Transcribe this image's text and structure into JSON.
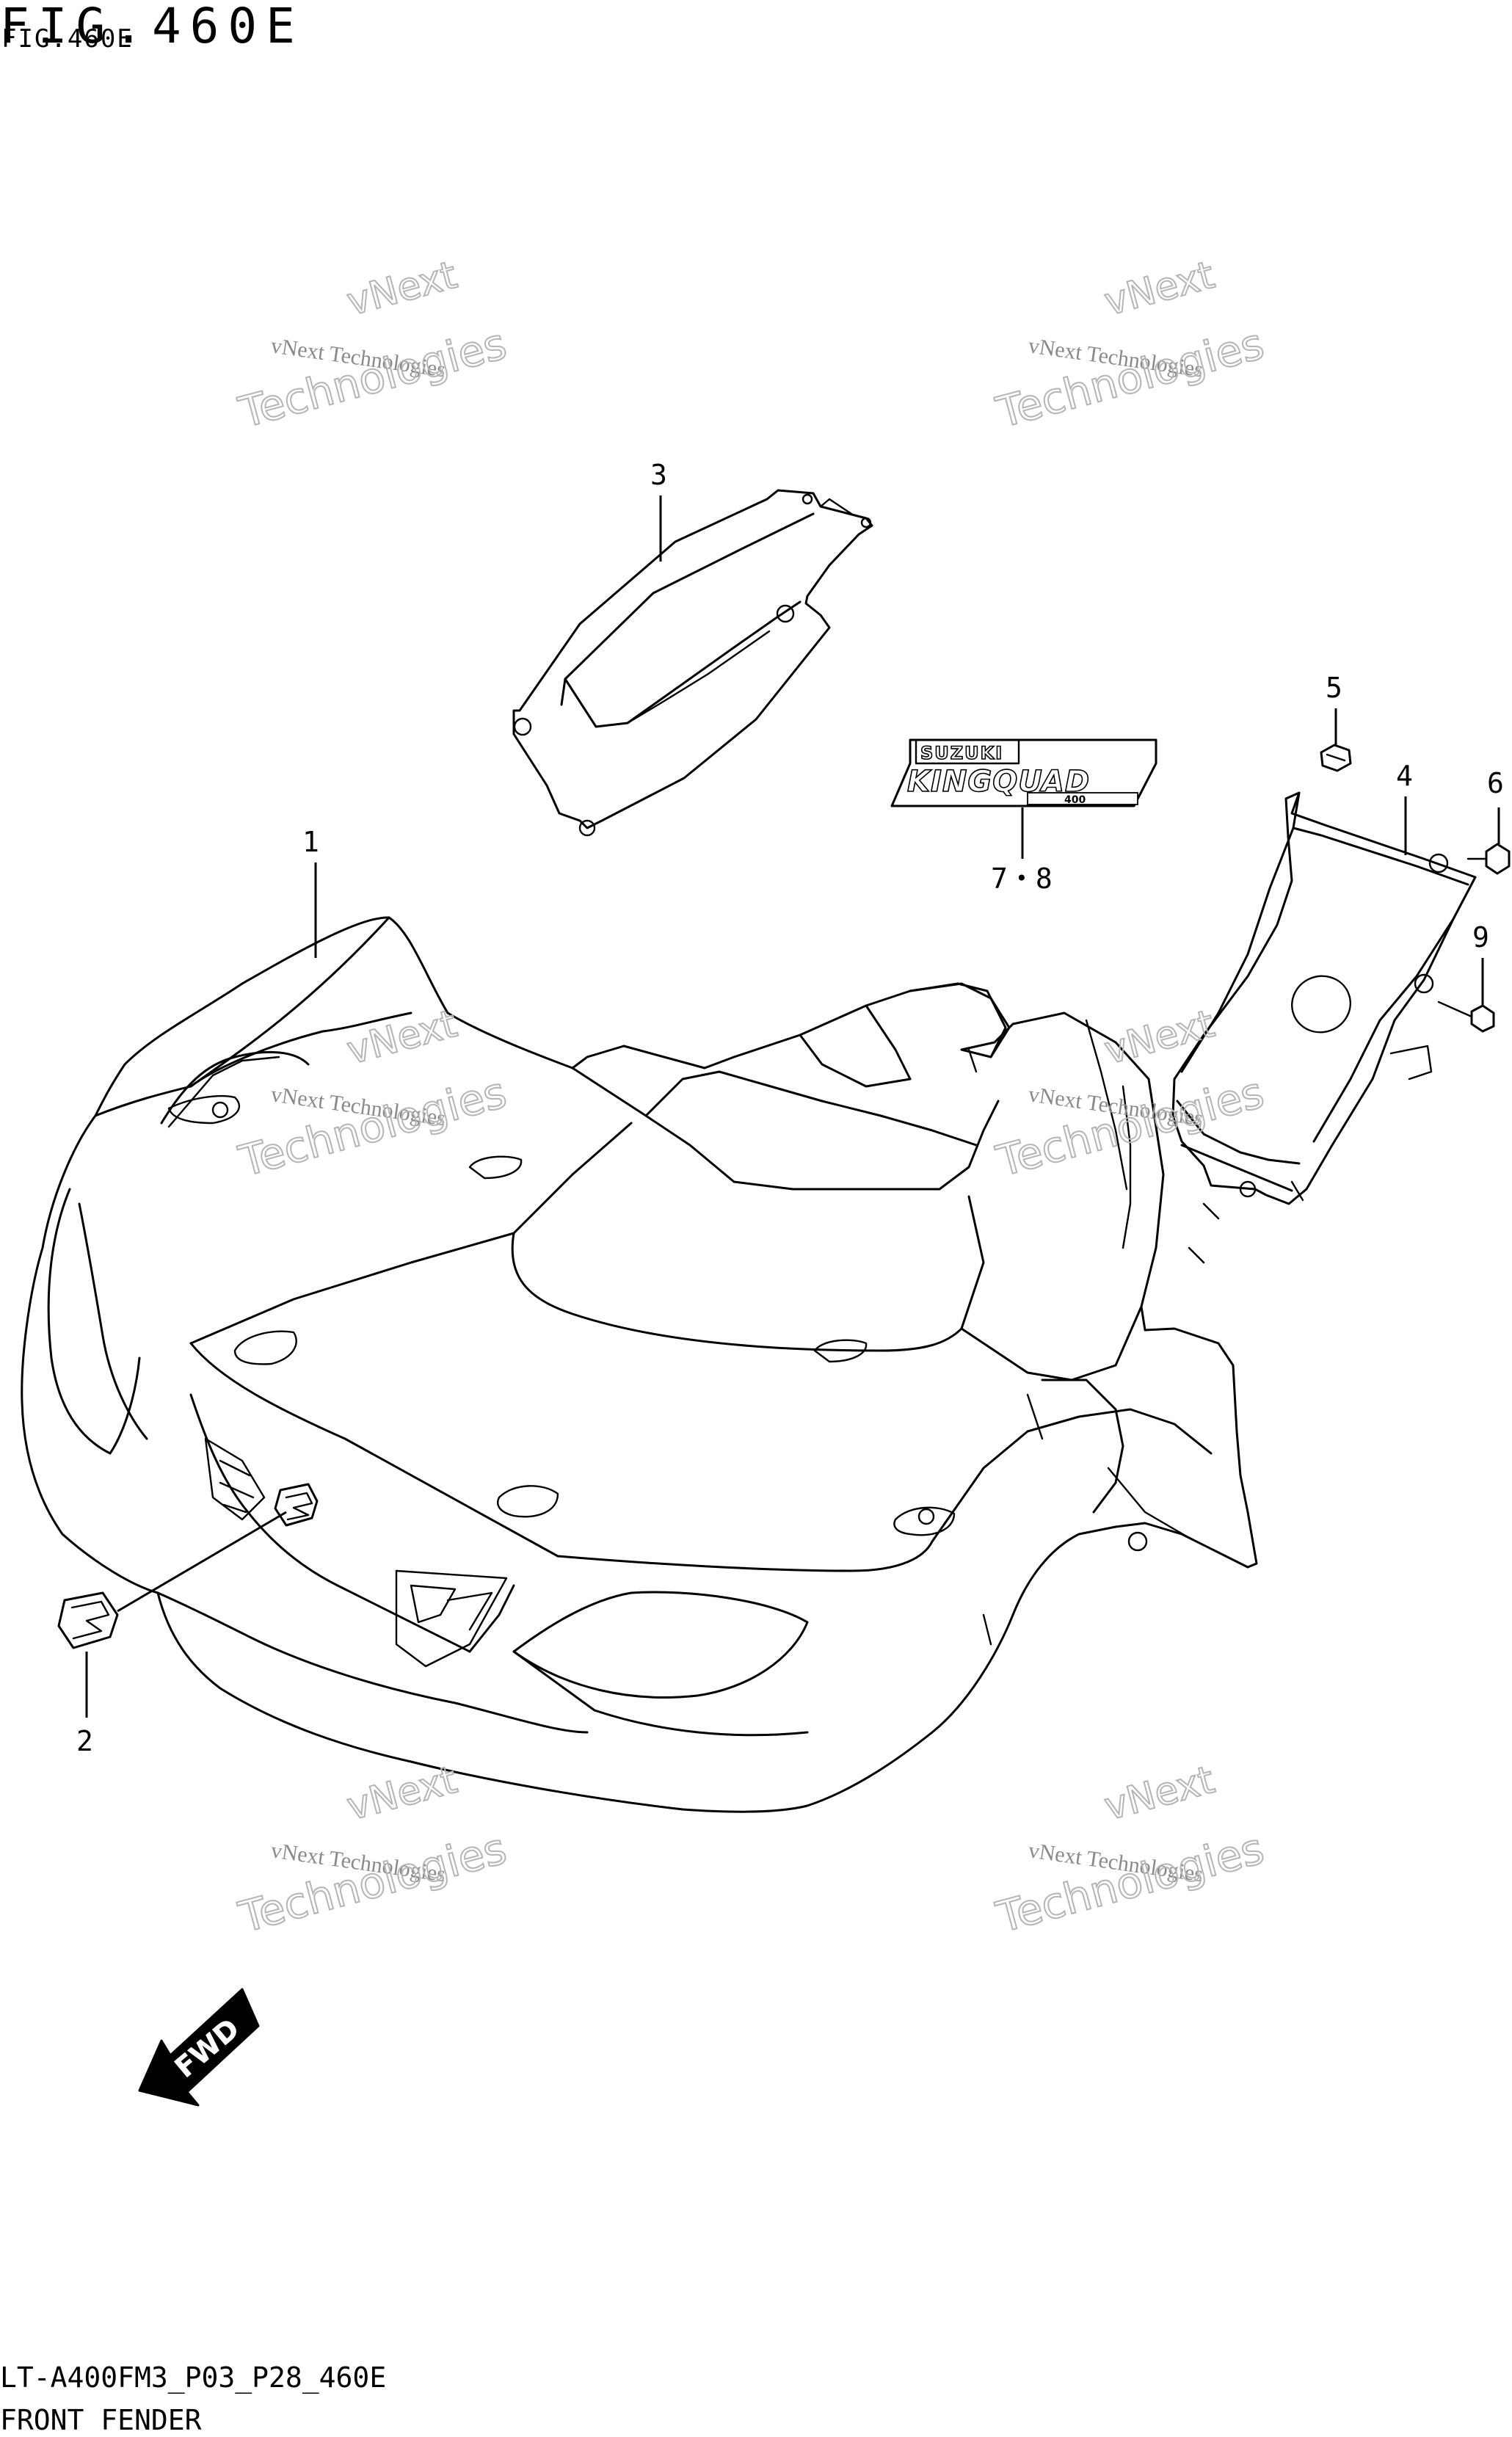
{
  "figure": {
    "title": "FIG.460E",
    "title_overlay": "FIG.460E",
    "code": "LT-A400FM3_P03_P28_460E",
    "name": "FRONT FENDER"
  },
  "callouts": [
    "1",
    "2",
    "3",
    "4",
    "5",
    "6",
    "7・8",
    "9"
  ],
  "decal": {
    "brand": "SUZUKI",
    "model": "KINGQUAD",
    "sub": "400"
  },
  "direction": {
    "label": "FWD"
  },
  "watermark": {
    "line_small": "vNext Technologies",
    "line_big_1": "vNext",
    "line_big_2": "Technologies"
  }
}
